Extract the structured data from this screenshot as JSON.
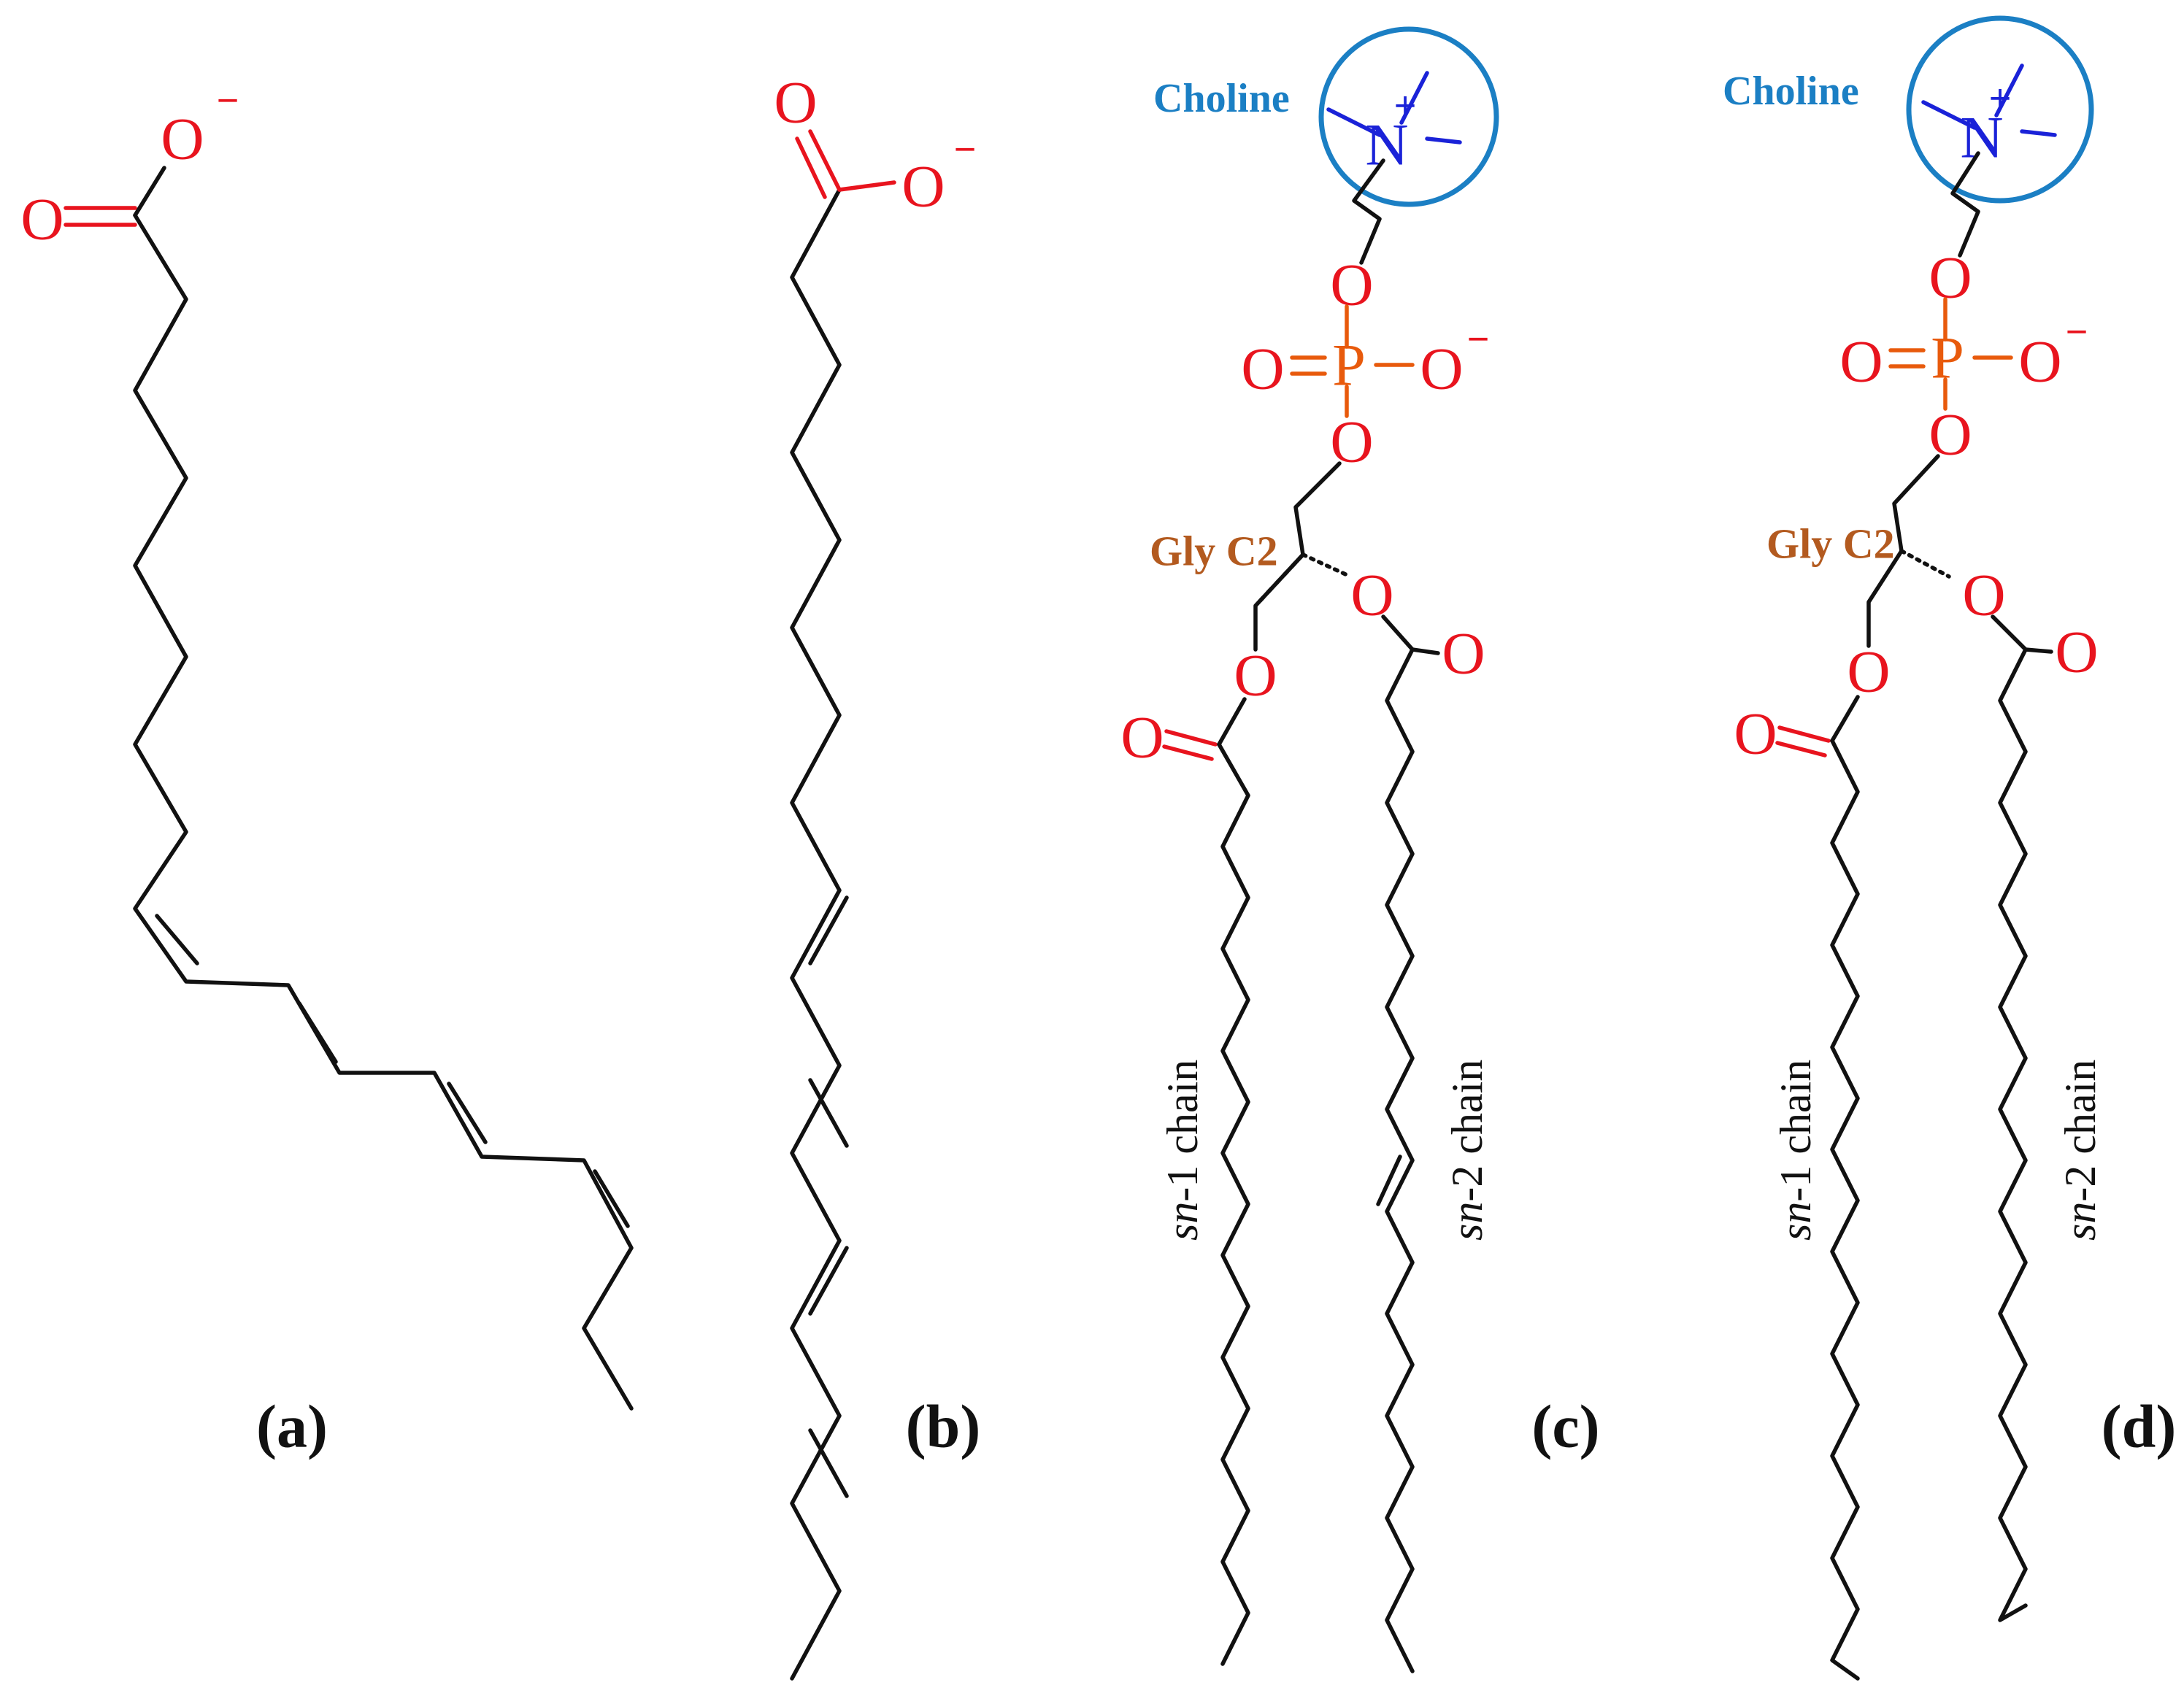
{
  "panels": [
    {
      "id": "a",
      "label": "(a)"
    },
    {
      "id": "b",
      "label": "(b)"
    },
    {
      "id": "c",
      "label": "(c)"
    },
    {
      "id": "d",
      "label": "(d)"
    }
  ],
  "atoms": {
    "oxygen": "O",
    "phosphorus": "P",
    "nitrogen": "N",
    "minus": "−",
    "plus": "+"
  },
  "labels": {
    "choline": "Choline",
    "gly_c2": "Gly C2",
    "sn1_prefix": "sn",
    "sn1_suffix": "-1 chain",
    "sn2_prefix": "sn",
    "sn2_suffix": "-2 chain"
  },
  "colors": {
    "bond": "#111111",
    "oxygen": "#e8141e",
    "phosphorus": "#e85a0c",
    "nitrogen": "#1a22d8",
    "choline": "#1b7fc4",
    "glycerol": "#b35a1f"
  }
}
